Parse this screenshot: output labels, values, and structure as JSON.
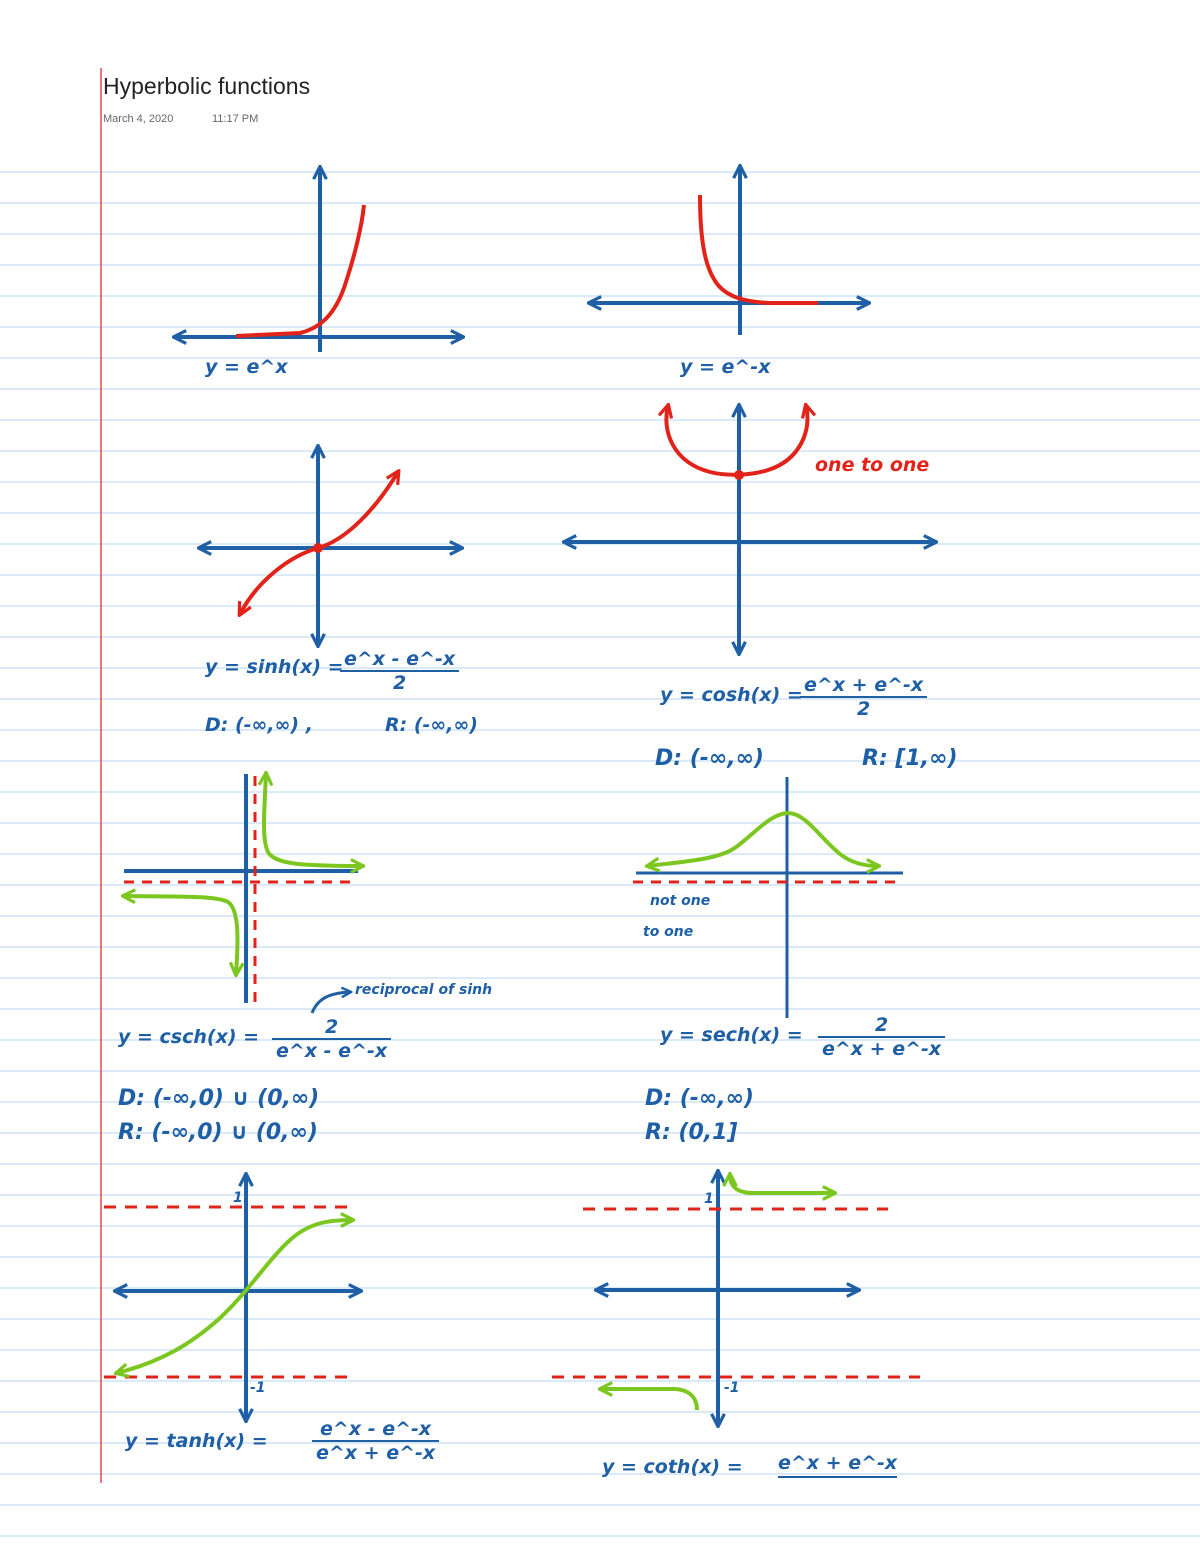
{
  "page": {
    "title": "Hyperbolic functions",
    "date": "March 4, 2020",
    "time": "11:17 PM"
  },
  "colors": {
    "ink_blue": "#1f5fa6",
    "ink_red": "#e2231a",
    "ink_green": "#7cc620",
    "rule_line": "#cfe3f5",
    "margin_line": "#e24b4b"
  },
  "graphs": {
    "exp": {
      "label": "y = e^x"
    },
    "exp_neg": {
      "label": "y = e^-x"
    },
    "sinh": {
      "label": "y = sinh(x) =",
      "numerator": "e^x - e^-x",
      "denominator": "2",
      "domain": "D: (-∞,∞) ,",
      "range": "R: (-∞,∞)"
    },
    "cosh": {
      "note": "one to one",
      "label": "y = cosh(x) =",
      "numerator": "e^x + e^-x",
      "denominator": "2",
      "domain": "D: (-∞,∞)",
      "range": "R: [1,∞)"
    },
    "csch": {
      "annotation": "reciprocal of sinh",
      "label": "y = csch(x) =",
      "numerator": "2",
      "denominator": "e^x - e^-x",
      "domain": "D: (-∞,0) ∪ (0,∞)",
      "range": "R: (-∞,0) ∪ (0,∞)"
    },
    "sech": {
      "note_line1": "not one",
      "note_line2": "to one",
      "label": "y = sech(x) =",
      "numerator": "2",
      "denominator": "e^x + e^-x",
      "domain": "D: (-∞,∞)",
      "range": "R: (0,1]"
    },
    "tanh": {
      "tick_top": "1",
      "tick_bottom": "-1",
      "label": "y = tanh(x) =",
      "numerator": "e^x - e^-x",
      "denominator": "e^x + e^-x"
    },
    "coth": {
      "tick_top": "1",
      "tick_bottom": "-1",
      "label": "y = coth(x) =",
      "expression": "e^x + e^-x"
    }
  }
}
